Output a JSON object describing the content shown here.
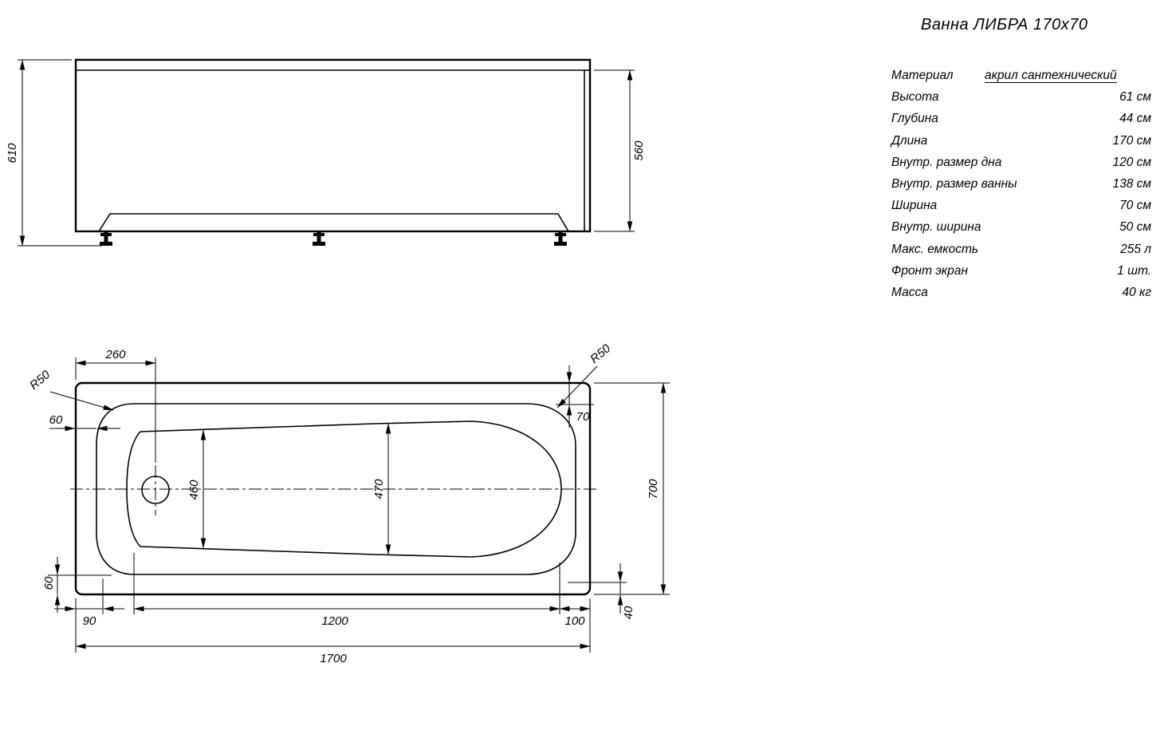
{
  "title": "Ванна ЛИБРА 170х70",
  "specs": {
    "rows": [
      {
        "label": "Материал",
        "value": "акрил сантехнический"
      },
      {
        "label": "Высота",
        "value": "61 см"
      },
      {
        "label": "Глубина",
        "value": "44 см"
      },
      {
        "label": "Длина",
        "value": "170 см"
      },
      {
        "label": "Внутр. размер дна",
        "value": "120 см"
      },
      {
        "label": "Внутр. размер ванны",
        "value": "138 см"
      },
      {
        "label": "Ширина",
        "value": "70 см"
      },
      {
        "label": "Внутр. ширина",
        "value": "50 см"
      },
      {
        "label": "Макс. емкость",
        "value": "255 л"
      },
      {
        "label": "Фронт экран",
        "value": "1 шт."
      },
      {
        "label": "Масса",
        "value": "40 кг"
      }
    ]
  },
  "side_view": {
    "height_total": "610",
    "height_body": "560"
  },
  "plan_view": {
    "drain_offset": "260",
    "radius_left": "R50",
    "radius_right": "R50",
    "gap_left_top": "60",
    "gap_right_top": "70",
    "floor_width_left": "460",
    "floor_width_right": "470",
    "width_overall": "700",
    "gap_left_bottom": "60",
    "overhang_left": "90",
    "floor_length": "1200",
    "overhang_right": "100",
    "gap_right_bottom": "40",
    "length_overall": "1700"
  }
}
